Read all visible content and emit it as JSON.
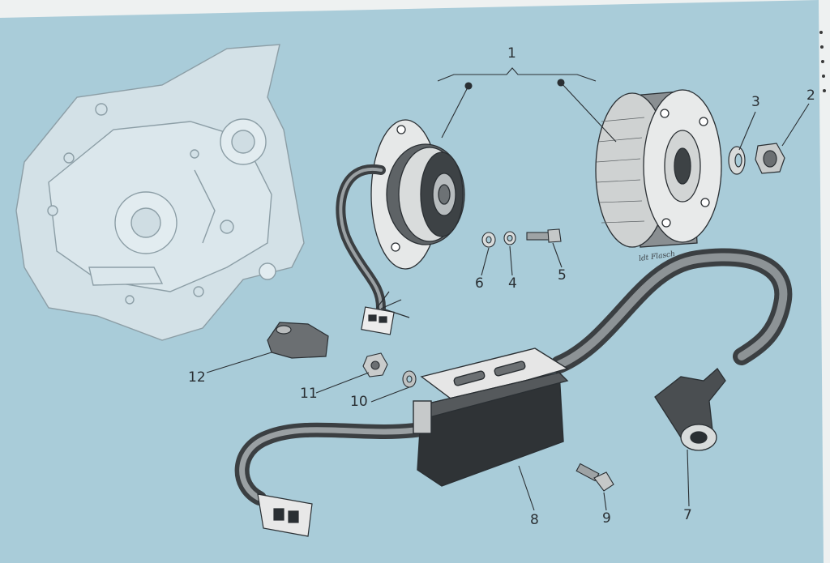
{
  "labels": {
    "l1": "1",
    "l2": "2",
    "l3": "3",
    "l4": "4",
    "l5": "5",
    "l6": "6",
    "l7": "7",
    "l8": "8",
    "l9": "9",
    "l10": "10",
    "l11": "11",
    "l12": "12"
  },
  "handwriting": "ldt Flasch",
  "colors": {
    "sheet": "#a9ccd9",
    "ink": "#2a2f33",
    "ghost": "#d6e3e8"
  }
}
